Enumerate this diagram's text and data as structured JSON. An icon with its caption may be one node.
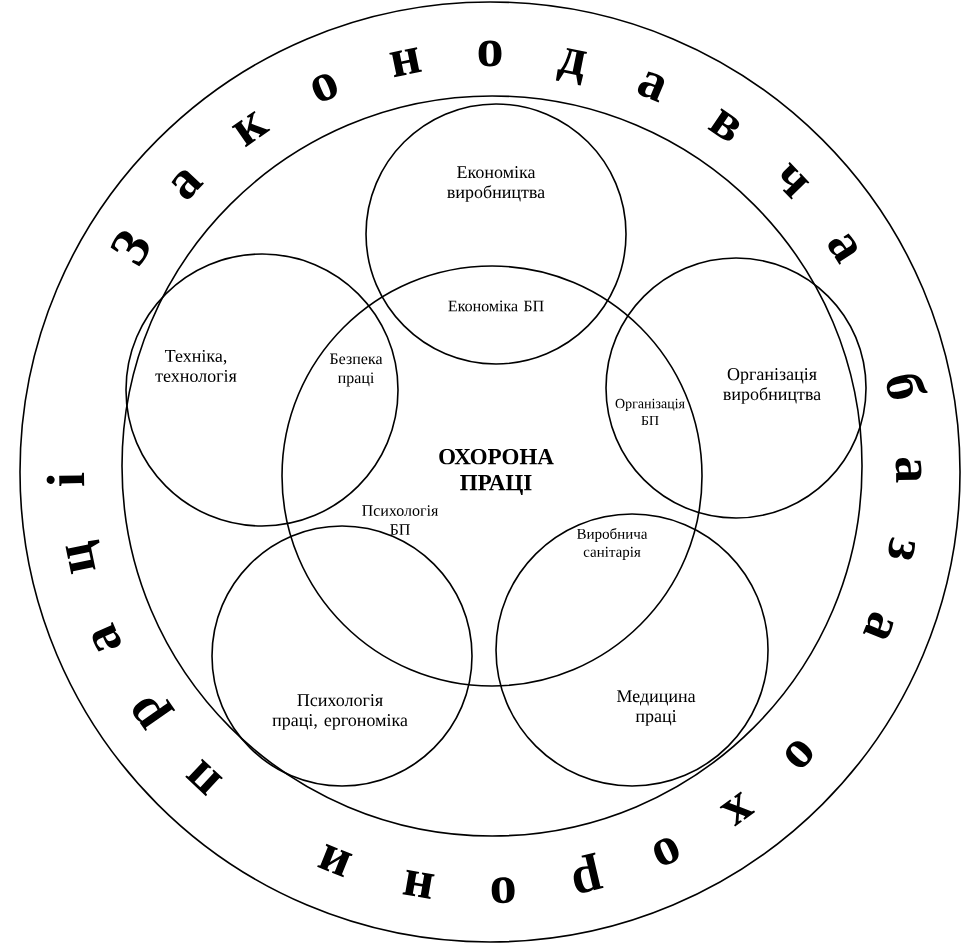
{
  "diagram": {
    "nodes": [
      {
        "text": [],
        "shape": "circle"
      },
      {
        "text": [],
        "shape": "circle",
        "in": 0
      },
      {
        "text": [
          "Економіка виробництва"
        ],
        "in": 1
      },
      {
        "text": [
          "Техніка, технологія"
        ],
        "in": 1
      },
      {
        "text": [
          "ОХОРОНА ПРАЦІ"
        ],
        "in": 1
      },
      {
        "text": [
          "Організація виробництва"
        ],
        "in": 1
      },
      {
        "text": [
          "Психологія праці, ергономіка"
        ],
        "in": 1
      },
      {
        "text": [
          "Медицина праці"
        ],
        "in": 1
      }
    ],
    "edges": [],
    "labels": [
      "Законодавча база охорони праці",
      "Економіка БП",
      "Безпека праці",
      "Організація БП",
      "Психологія БП",
      "Виробнича санітарія"
    ]
  }
}
